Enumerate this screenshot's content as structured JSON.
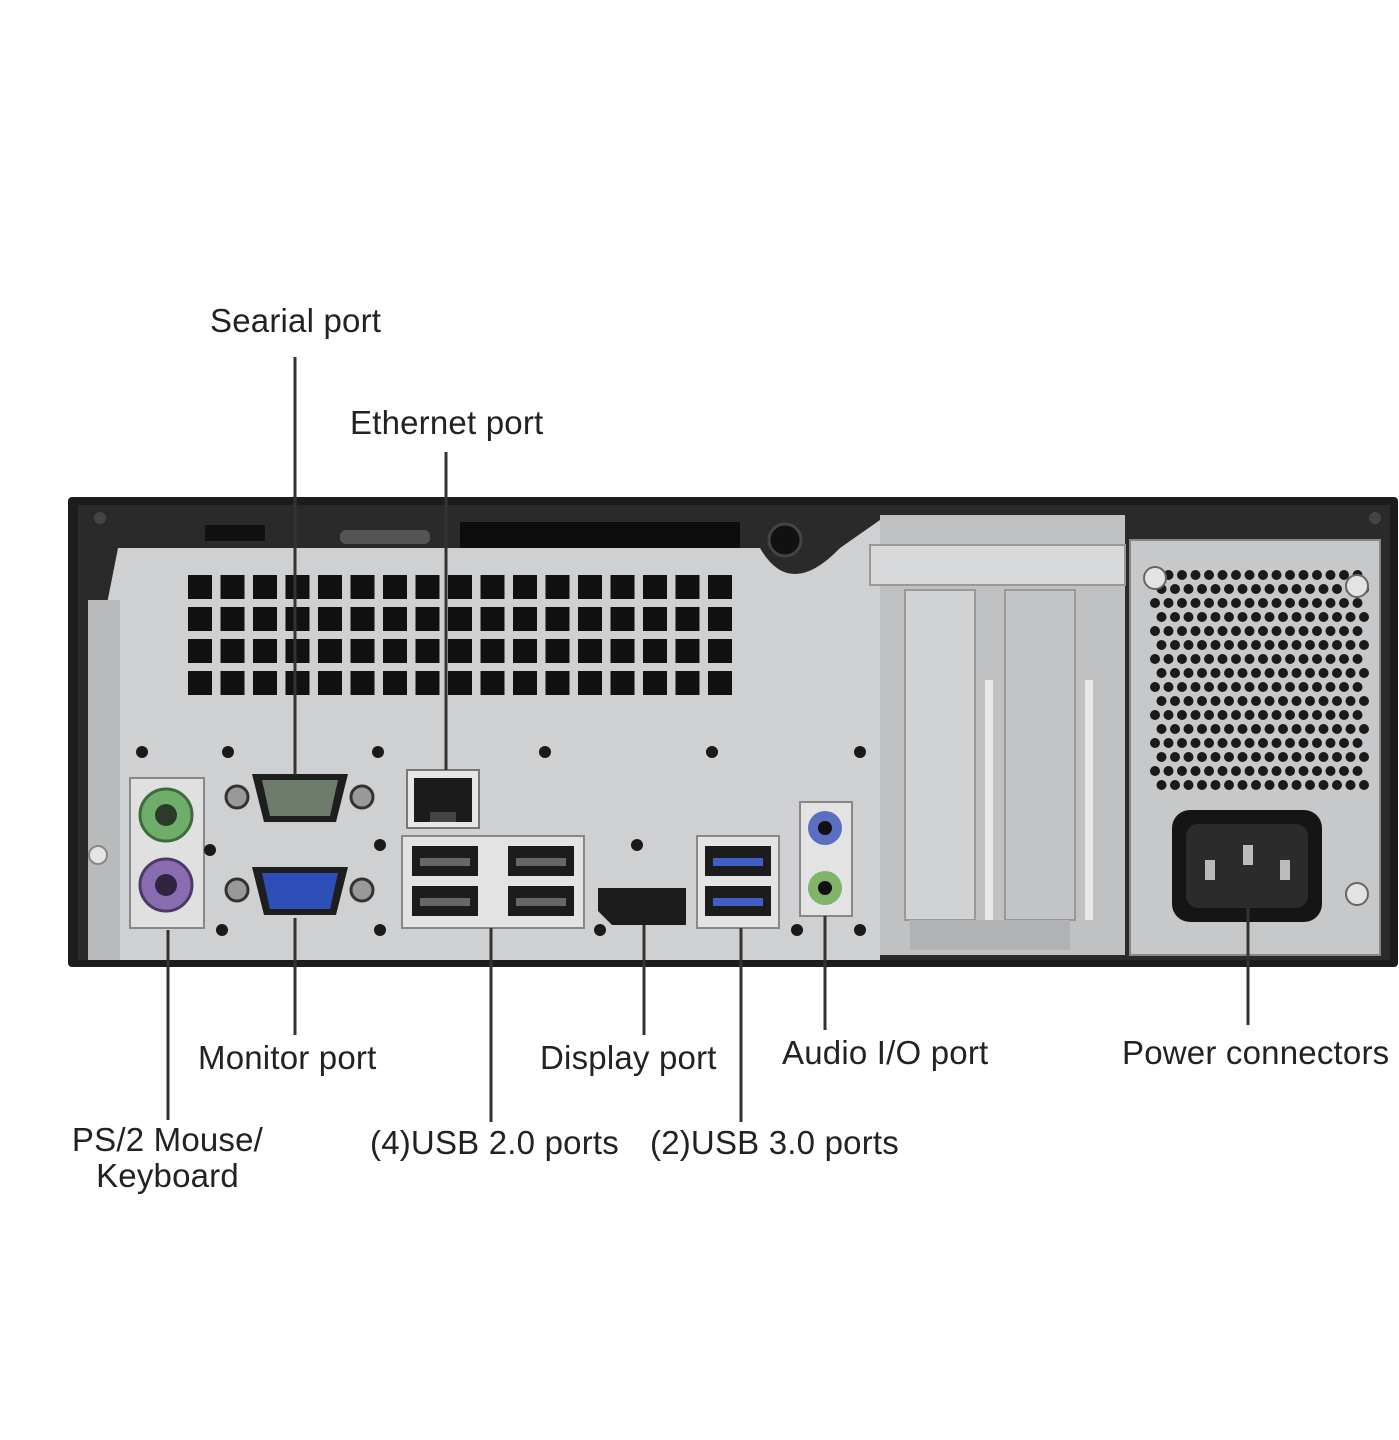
{
  "labels": {
    "serial": "Searial port",
    "ethernet": "Ethernet port",
    "monitor": "Monitor port",
    "display": "Display port",
    "audio": "Audio I/O port",
    "power": "Power connectors",
    "ps2_line1": "PS/2 Mouse/",
    "ps2_line2": "Keyboard",
    "usb2": "(4)USB 2.0 ports",
    "usb3": "(2)USB 3.0 ports"
  },
  "colors": {
    "case": "#1c1c1c",
    "panel": "#c9cacb",
    "panel_dark": "#a9abad",
    "vent": "#111111",
    "ps2_mouse": "#6fae6a",
    "ps2_keyboard": "#8a6cb0",
    "vga": "#2f4fb8",
    "audio_in": "#5a6fc0",
    "audio_out": "#7fb46a",
    "leader": "#333333"
  }
}
